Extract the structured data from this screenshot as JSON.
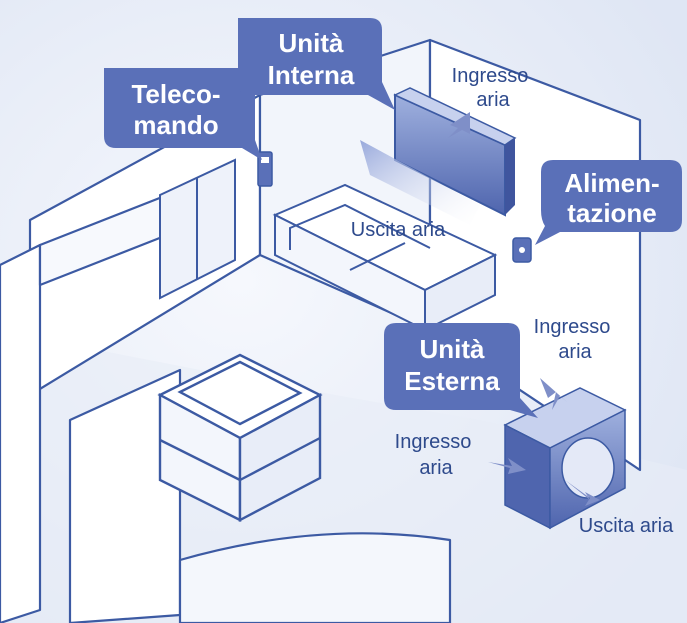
{
  "colors": {
    "background": "#ffffff",
    "room_fill": "#e9eff9",
    "wall_fill": "#ffffff",
    "line": "#3c5aa3",
    "callout": "#5a70b8",
    "flow_text": "#2e4a8c",
    "arrow": "#7f8fc8"
  },
  "callouts": {
    "remote": [
      "Teleco-",
      "mando"
    ],
    "indoor": [
      "Unità",
      "Interna"
    ],
    "power": [
      "Alimen-",
      "tazione"
    ],
    "outdoor": [
      "Unità",
      "Esterna"
    ]
  },
  "airflow": {
    "indoor_inlet": [
      "Ingresso",
      "aria"
    ],
    "indoor_outlet": "Uscita aria",
    "outdoor_inlet_top": [
      "Ingresso",
      "aria"
    ],
    "outdoor_inlet_side": [
      "Ingresso",
      "aria"
    ],
    "outdoor_outlet": "Uscita aria"
  }
}
